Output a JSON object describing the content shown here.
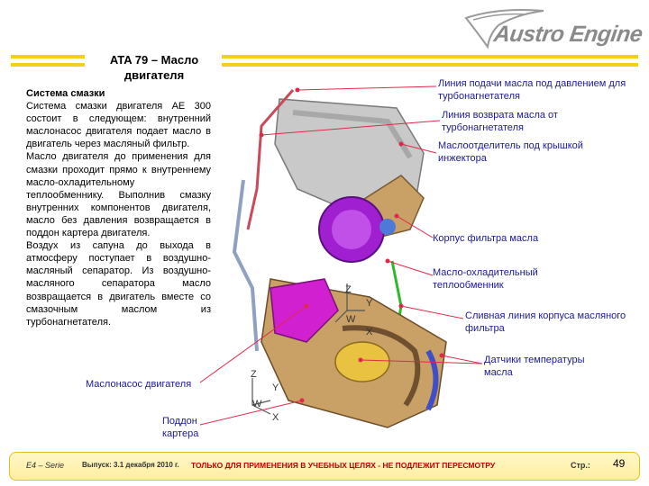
{
  "header": {
    "logo_text": "Austro Engine",
    "title_line1": "ATA 79 – Масло",
    "title_line2": "двигателя"
  },
  "body": {
    "subhead": "Система смазки",
    "paragraph1": "Система смазки двигателя AE 300 состоит в следующем: внутренний маслонасос двигателя подает масло в двигатель через масляный фильтр.",
    "paragraph2": "Масло двигателя до применения для смазки проходит прямо к внутреннему масло-охладительному теплообменнику. Выполнив смазку внутренних компонентов двигателя, масло без давления возвращается в поддон картера двигателя.",
    "paragraph3": "Воздух из сапуна до выхода в атмосферу поступает в воздушно-масляный сепаратор. Из воздушно-масляного сепаратора масло возвращается в двигатель вместе со смазочным маслом из турбонагнетателя."
  },
  "callouts": {
    "pressure_line": "Линия подачи масла под давлением для турбонагнетателя",
    "return_line": "Линия возврата масла от турбонагнетателя",
    "separator": "Маслоотделитель под крышкой инжектора",
    "filter_housing": "Корпус фильтра масла",
    "heat_exchanger": "Масло-охладительный теплообменник",
    "drain_line": "Сливная линия корпуса масляного фильтра",
    "temp_sensors": "Датчики температуры масла",
    "oil_pump": "Маслонасос двигателя",
    "sump": "Поддон картера"
  },
  "axes": {
    "z": "Z",
    "y": "Y",
    "w": "W",
    "x": "X"
  },
  "footer": {
    "serie": "E4 – Serie",
    "issue": "Выпуск: 3.1 декабря 2010 г.",
    "warning": "ТОЛЬКО ДЛЯ ПРИМЕНЕНИЯ В УЧЕБНЫХ ЦЕЛЯХ  - НЕ ПОДЛЕЖИТ ПЕРЕСМОТРУ",
    "page_label": "Стр.:",
    "page_number": "49"
  },
  "colors": {
    "accent_yellow": "#f2cf1a",
    "callout_text": "#1a1a99",
    "leader_line": "#e0294a",
    "warning_red": "#c00000"
  }
}
